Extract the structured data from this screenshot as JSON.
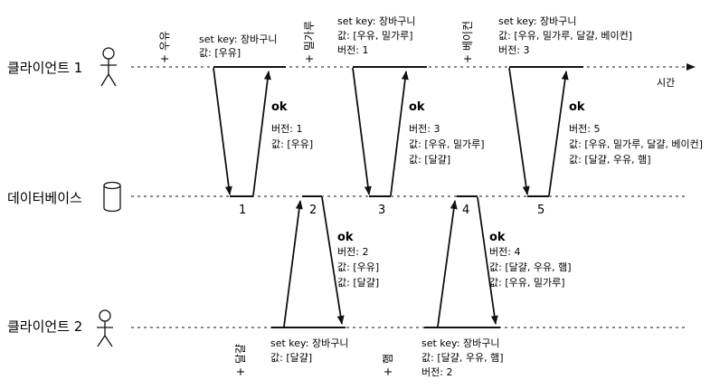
{
  "actors": {
    "client1": "클라이언트 1",
    "database": "데이터베이스",
    "client2": "클라이언트 2"
  },
  "time_label": "시간",
  "ticks": [
    "1",
    "2",
    "3",
    "4",
    "5"
  ],
  "adds": {
    "c1_milk": "+ 우유",
    "c1_flour": "+ 밀가루",
    "c1_bacon": "+ 베이컨",
    "c2_eggs": "+ 달걀",
    "c2_ham": "+ 햄"
  },
  "requests": {
    "c1_r1": [
      "set key: 장바구니",
      "값: [우유]"
    ],
    "c1_r2": [
      "set key: 장바구니",
      "값: [우유, 밀가루]",
      "버전: 1"
    ],
    "c1_r3": [
      "set key: 장바구니",
      "값: [우유, 밀가루, 달걀, 베이컨]",
      "버전: 3"
    ],
    "c2_r1": [
      "set key: 장바구니",
      "값: [달걀]"
    ],
    "c2_r2": [
      "set key: 장바구니",
      "값: [달걀, 우유, 햄]",
      "버전: 2"
    ]
  },
  "responses": {
    "resp1": {
      "ok": "ok",
      "lines": [
        "버전: 1",
        "값: [우유]"
      ]
    },
    "resp2": {
      "ok": "ok",
      "lines": [
        "버전: 2",
        "값: [우유]",
        "값: [달걀]"
      ]
    },
    "resp3": {
      "ok": "ok",
      "lines": [
        "버전: 3",
        "값: [우유, 밀가루]",
        "값: [달걀]"
      ]
    },
    "resp4": {
      "ok": "ok",
      "lines": [
        "버전: 4",
        "값: [달걀, 우유, 햄]",
        "값: [우유, 밀가루]"
      ]
    },
    "resp5": {
      "ok": "ok",
      "lines": [
        "버전: 5",
        "값: [우유, 밀가루, 달걀, 베이컨]",
        "값: [달걀, 우유, 햄]"
      ]
    }
  }
}
